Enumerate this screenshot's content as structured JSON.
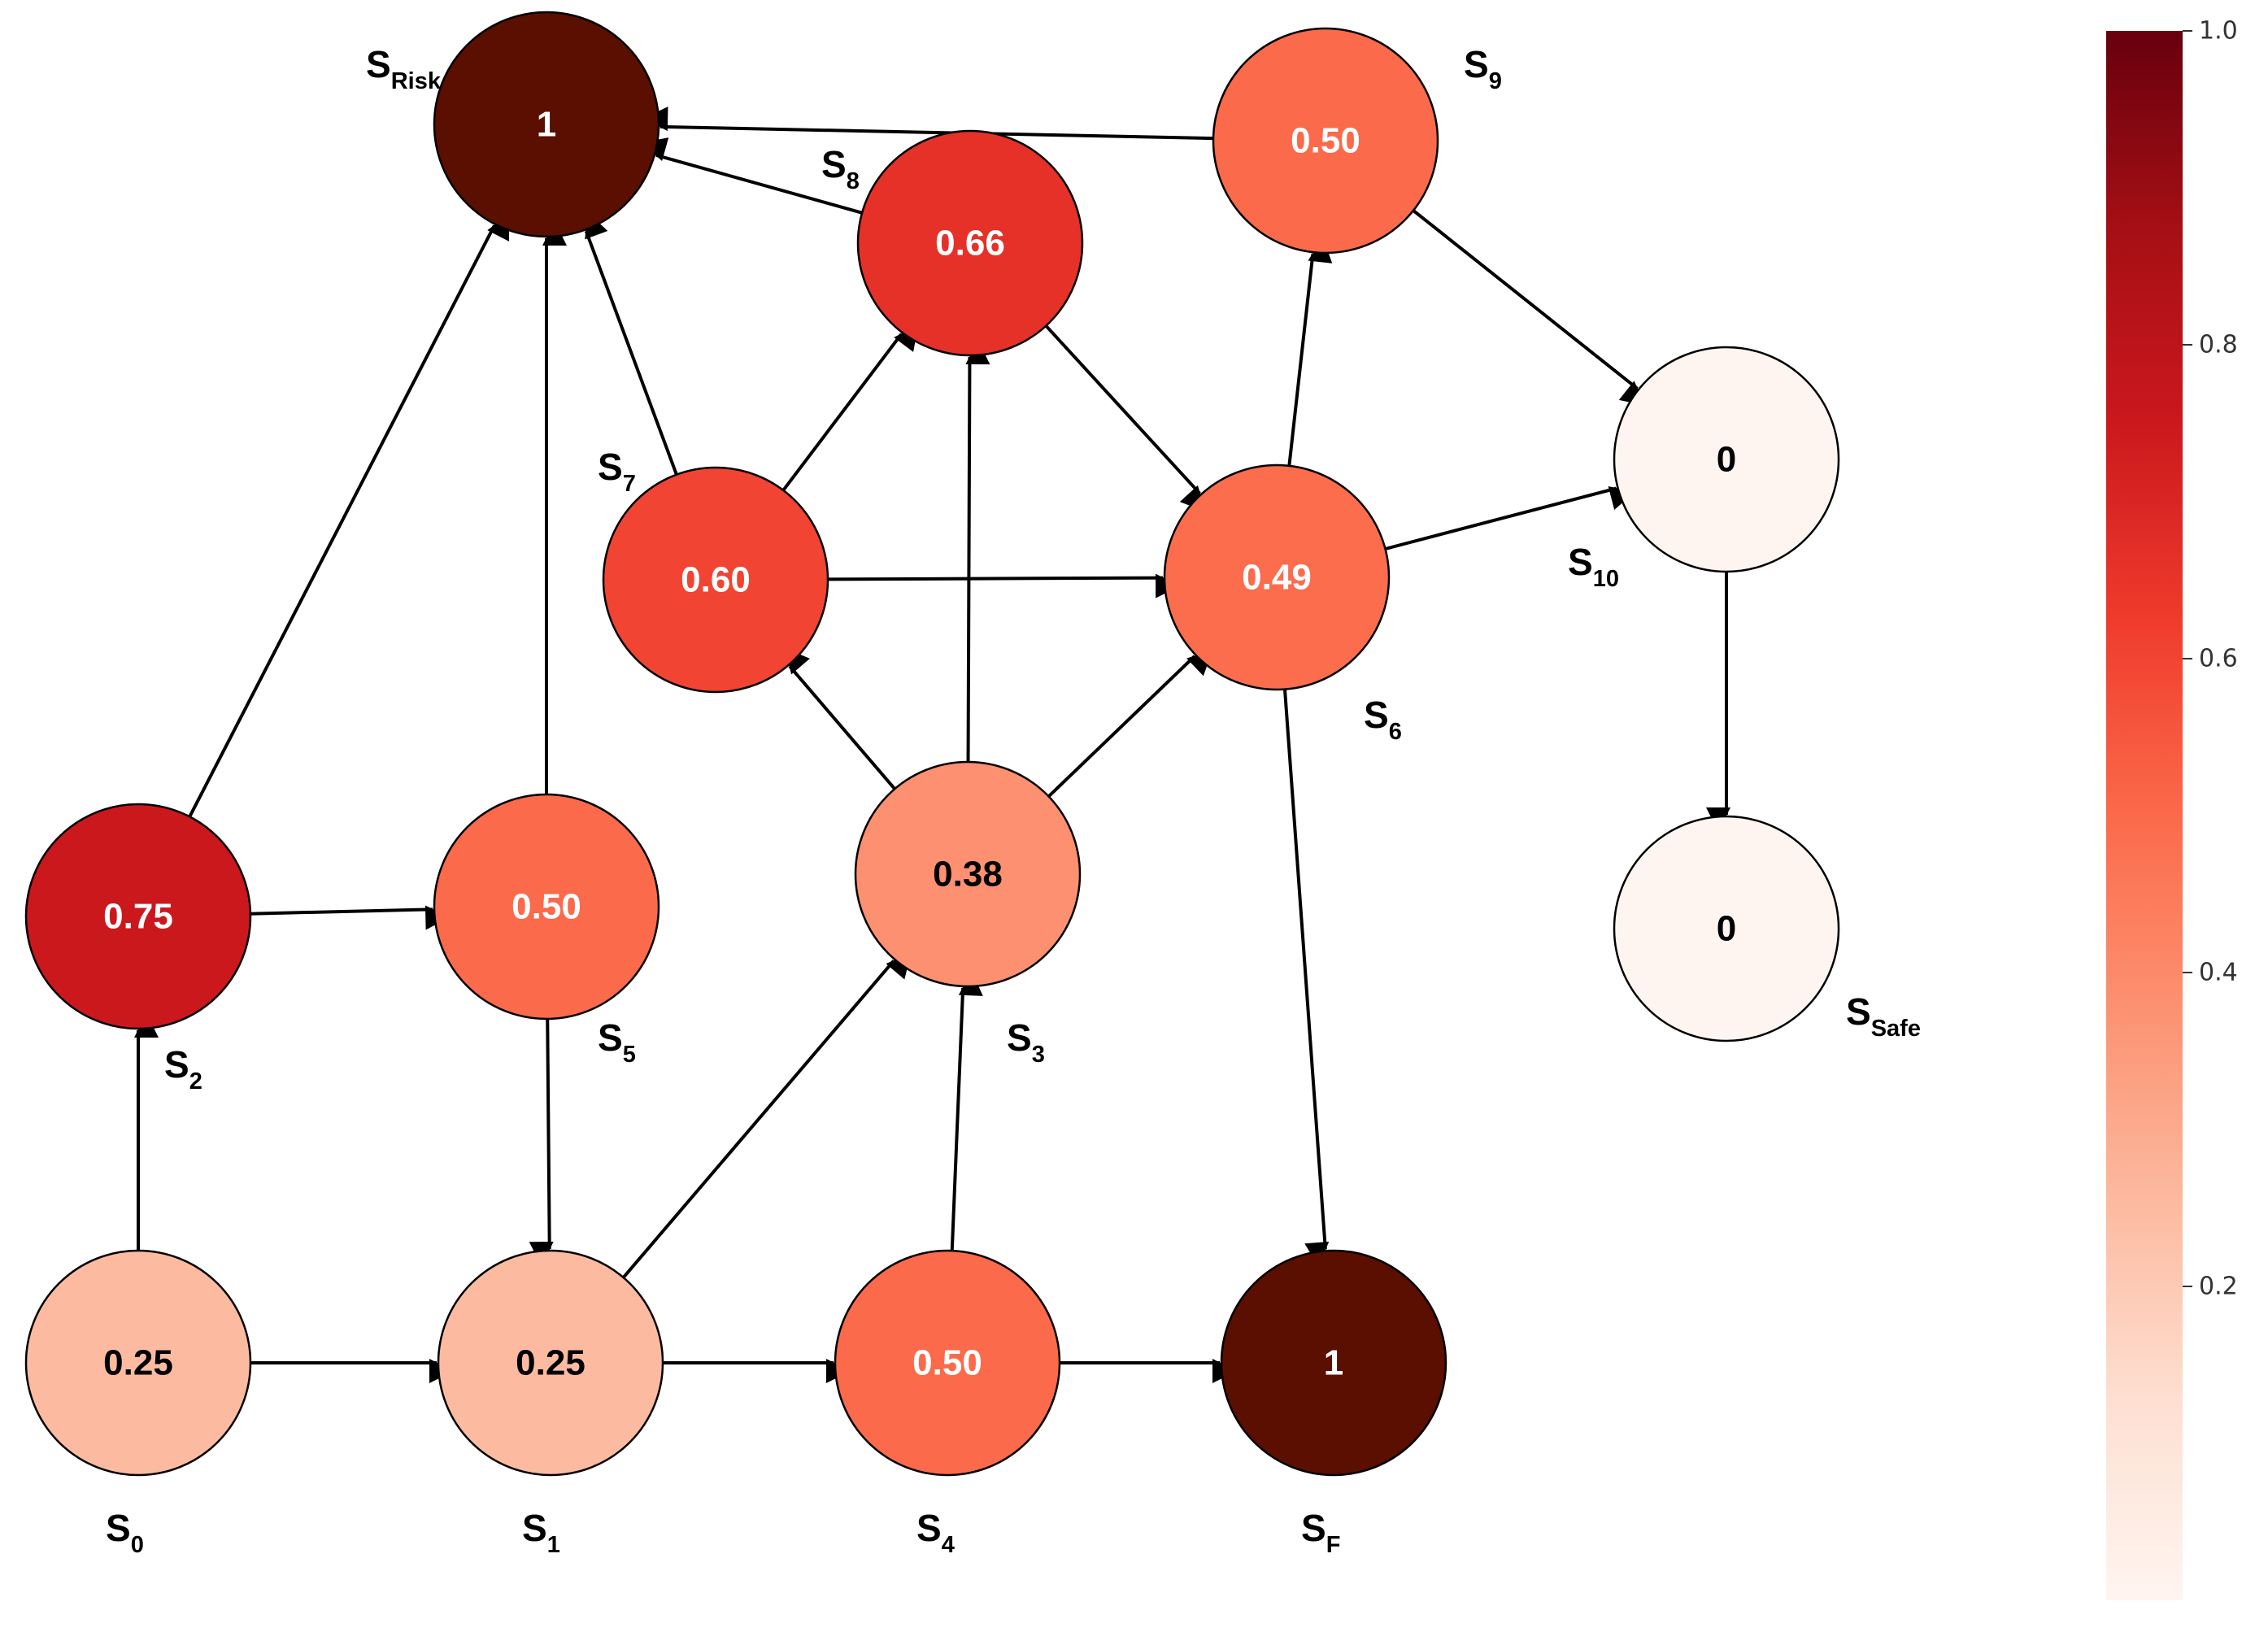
{
  "diagram": {
    "nodes": [
      {
        "id": "S_Risk",
        "name": "S",
        "sub": "Risk",
        "value": "1",
        "level": 1.0
      },
      {
        "id": "S_9",
        "name": "S",
        "sub": "9",
        "value": "0.50",
        "level": 0.5
      },
      {
        "id": "S_8",
        "name": "S",
        "sub": "8",
        "value": "0.66",
        "level": 0.66
      },
      {
        "id": "S_7",
        "name": "S",
        "sub": "7",
        "value": "0.60",
        "level": 0.6
      },
      {
        "id": "S_6",
        "name": "S",
        "sub": "6",
        "value": "0.49",
        "level": 0.49
      },
      {
        "id": "S_10",
        "name": "S",
        "sub": "10",
        "value": "0",
        "level": 0
      },
      {
        "id": "S_Safe",
        "name": "S",
        "sub": "Safe",
        "value": "0",
        "level": 0
      },
      {
        "id": "S_2",
        "name": "S",
        "sub": "2",
        "value": "0.75",
        "level": 0.75
      },
      {
        "id": "S_5",
        "name": "S",
        "sub": "5",
        "value": "0.50",
        "level": 0.5
      },
      {
        "id": "S_3",
        "name": "S",
        "sub": "3",
        "value": "0.38",
        "level": 0.38
      },
      {
        "id": "S_0",
        "name": "S",
        "sub": "0",
        "value": "0.25",
        "level": 0.25
      },
      {
        "id": "S_1",
        "name": "S",
        "sub": "1",
        "value": "0.25",
        "level": 0.25
      },
      {
        "id": "S_4",
        "name": "S",
        "sub": "4",
        "value": "0.50",
        "level": 0.5
      },
      {
        "id": "S_F",
        "name": "S",
        "sub": "F",
        "value": "1",
        "level": 1.0
      }
    ],
    "edges": [
      [
        "S_0",
        "S_1"
      ],
      [
        "S_0",
        "S_2"
      ],
      [
        "S_1",
        "S_4"
      ],
      [
        "S_1",
        "S_3"
      ],
      [
        "S_4",
        "S_F"
      ],
      [
        "S_4",
        "S_3"
      ],
      [
        "S_2",
        "S_5"
      ],
      [
        "S_2",
        "S_Risk"
      ],
      [
        "S_5",
        "S_1"
      ],
      [
        "S_5",
        "S_Risk"
      ],
      [
        "S_3",
        "S_7"
      ],
      [
        "S_3",
        "S_8"
      ],
      [
        "S_3",
        "S_6"
      ],
      [
        "S_7",
        "S_Risk"
      ],
      [
        "S_7",
        "S_8"
      ],
      [
        "S_7",
        "S_6"
      ],
      [
        "S_8",
        "S_Risk"
      ],
      [
        "S_8",
        "S_6"
      ],
      [
        "S_6",
        "S_9"
      ],
      [
        "S_6",
        "S_10"
      ],
      [
        "S_6",
        "S_F"
      ],
      [
        "S_9",
        "S_Risk"
      ],
      [
        "S_9",
        "S_10"
      ],
      [
        "S_10",
        "S_Safe"
      ]
    ]
  },
  "colorbar": {
    "ticks": [
      "0.2",
      "0.4",
      "0.6",
      "0.8",
      "1.0"
    ],
    "tick_values": [
      0.2,
      0.4,
      0.6,
      0.8,
      1.0
    ],
    "range": [
      0,
      1.0
    ],
    "colormap": "Reds",
    "colors": [
      "#fff5f0",
      "#fee0d2",
      "#fcbba1",
      "#fc9272",
      "#fb6a4a",
      "#ef3b2c",
      "#cb181d",
      "#a50f15",
      "#67000d"
    ]
  }
}
